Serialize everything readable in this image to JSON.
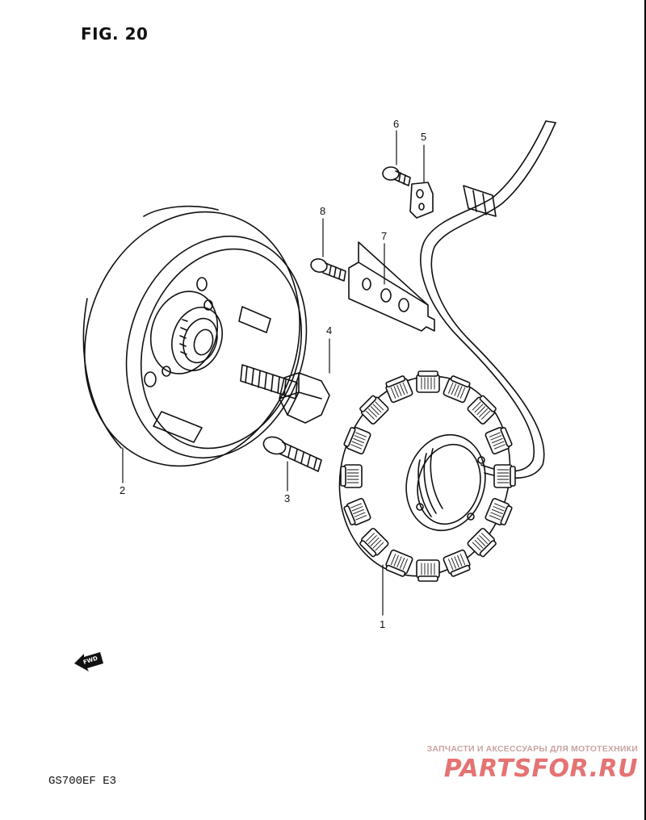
{
  "figure": {
    "title": "FIG. 20",
    "model": "GS700EF  E3"
  },
  "parts": [
    {
      "num": "1"
    },
    {
      "num": "2"
    },
    {
      "num": "3"
    },
    {
      "num": "4"
    },
    {
      "num": "5"
    },
    {
      "num": "6"
    },
    {
      "num": "7"
    },
    {
      "num": "8"
    }
  ],
  "fwd_mark": {
    "text": "FWD",
    "icon": "fwd-arrow-icon"
  },
  "watermark": {
    "tagline": "ЗАПЧАСТИ И АКСЕССУАРЫ ДЛЯ МОТОТЕХНИКИ",
    "logo": "PARTSFOR.RU",
    "color": "#e57373"
  },
  "colors": {
    "line": "#111111",
    "background": "#ffffff"
  }
}
